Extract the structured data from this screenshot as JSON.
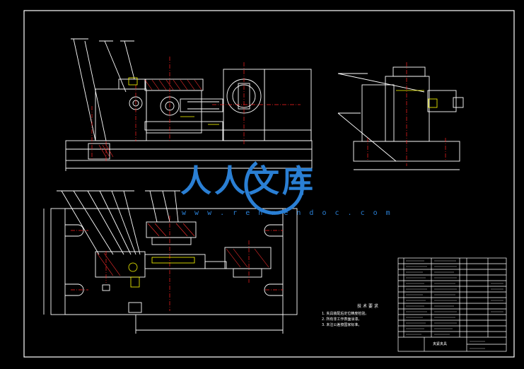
{
  "watermark": {
    "brand": "人人文库",
    "url": "w w w . r e n r e n d o c . c o m"
  },
  "notes": {
    "title": "技 术 要 求",
    "items": [
      "1. 夹具装配后定位精度检验。",
      "2. 所有非工作表面涂漆。",
      "3. 未注公差按国家标准。"
    ]
  },
  "title_block": {
    "drawing_name": "夹紧夹具"
  },
  "colors": {
    "line": "#ffffff",
    "centerline": "#ff2020",
    "accent": "#ffff00",
    "hatch": "#ff3030",
    "watermark": "#2a7fd4"
  }
}
